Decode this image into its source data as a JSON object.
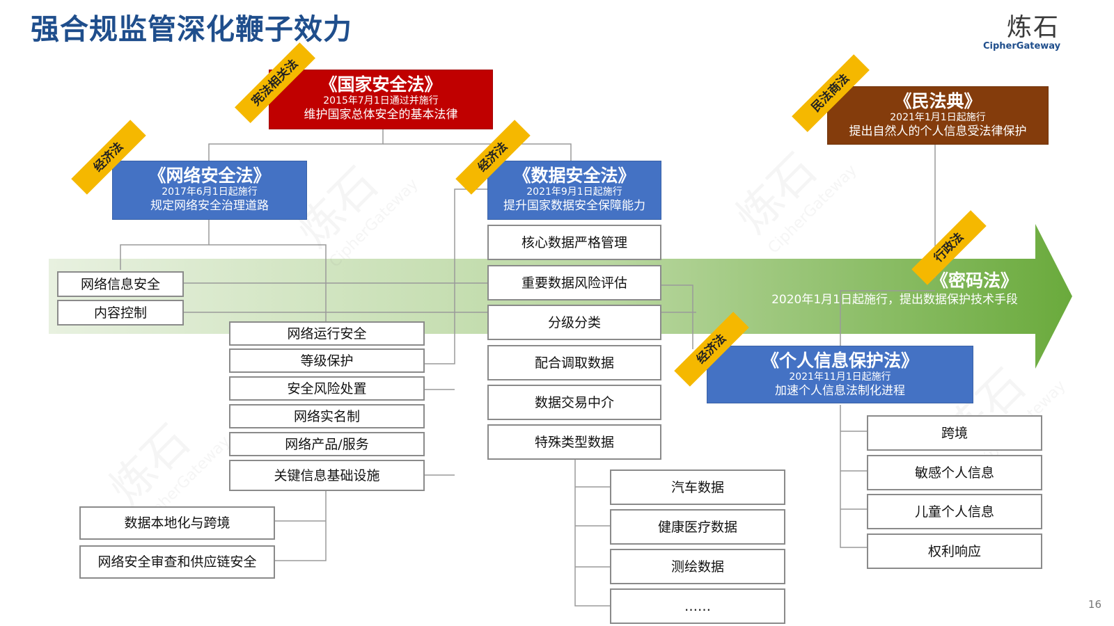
{
  "title": "强合规监管深化鞭子效力",
  "logo": {
    "cn": "炼石",
    "en": "CipherGateway"
  },
  "page_number": "16",
  "colors": {
    "red": "#c00000",
    "blue": "#4472c4",
    "brown": "#843c0c",
    "tag": "#f5b800",
    "arrow": "#70ad47"
  },
  "laws": {
    "national_security": {
      "name": "《国家安全法》",
      "date": "2015年7月1日通过并施行",
      "desc": "维护国家总体安全的基本法律"
    },
    "cybersecurity": {
      "name": "《网络安全法》",
      "date": "2017年6月1日起施行",
      "desc": "规定网络安全治理道路"
    },
    "data_security": {
      "name": "《数据安全法》",
      "date": "2021年9月1日起施行",
      "desc": "提升国家数据安全保障能力"
    },
    "civil_code": {
      "name": "《民法典》",
      "date": "2021年1月1日起施行",
      "desc": "提出自然人的个人信息受法律保护"
    },
    "cryptography": {
      "name": "《密码法》",
      "desc": "2020年1月1日起施行，提出数据保护技术手段"
    },
    "pipl": {
      "name": "《个人信息保护法》",
      "date": "2021年11月1日起施行",
      "desc": "加速个人信息法制化进程"
    }
  },
  "tags": {
    "constitution": "宪法相关法",
    "economic_1": "经济法",
    "economic_2": "经济法",
    "economic_3": "经济法",
    "civil": "民法商法",
    "administrative": "行政法"
  },
  "cyber_left_items": [
    "网络信息安全",
    "内容控制"
  ],
  "cyber_items": [
    "网络运行安全",
    "等级保护",
    "安全风险处置",
    "网络实名制",
    "网络产品/服务",
    "关键信息基础设施"
  ],
  "cyber_bottom_items": [
    "数据本地化与跨境",
    "网络安全审查和供应链安全"
  ],
  "data_items": [
    "核心数据严格管理",
    "重要数据风险评估",
    "分级分类",
    "配合调取数据",
    "数据交易中介",
    "特殊类型数据"
  ],
  "special_data_items": [
    "汽车数据",
    "健康医疗数据",
    "测绘数据",
    "……"
  ],
  "pipl_items": [
    "跨境",
    "敏感个人信息",
    "儿童个人信息",
    "权利响应"
  ]
}
